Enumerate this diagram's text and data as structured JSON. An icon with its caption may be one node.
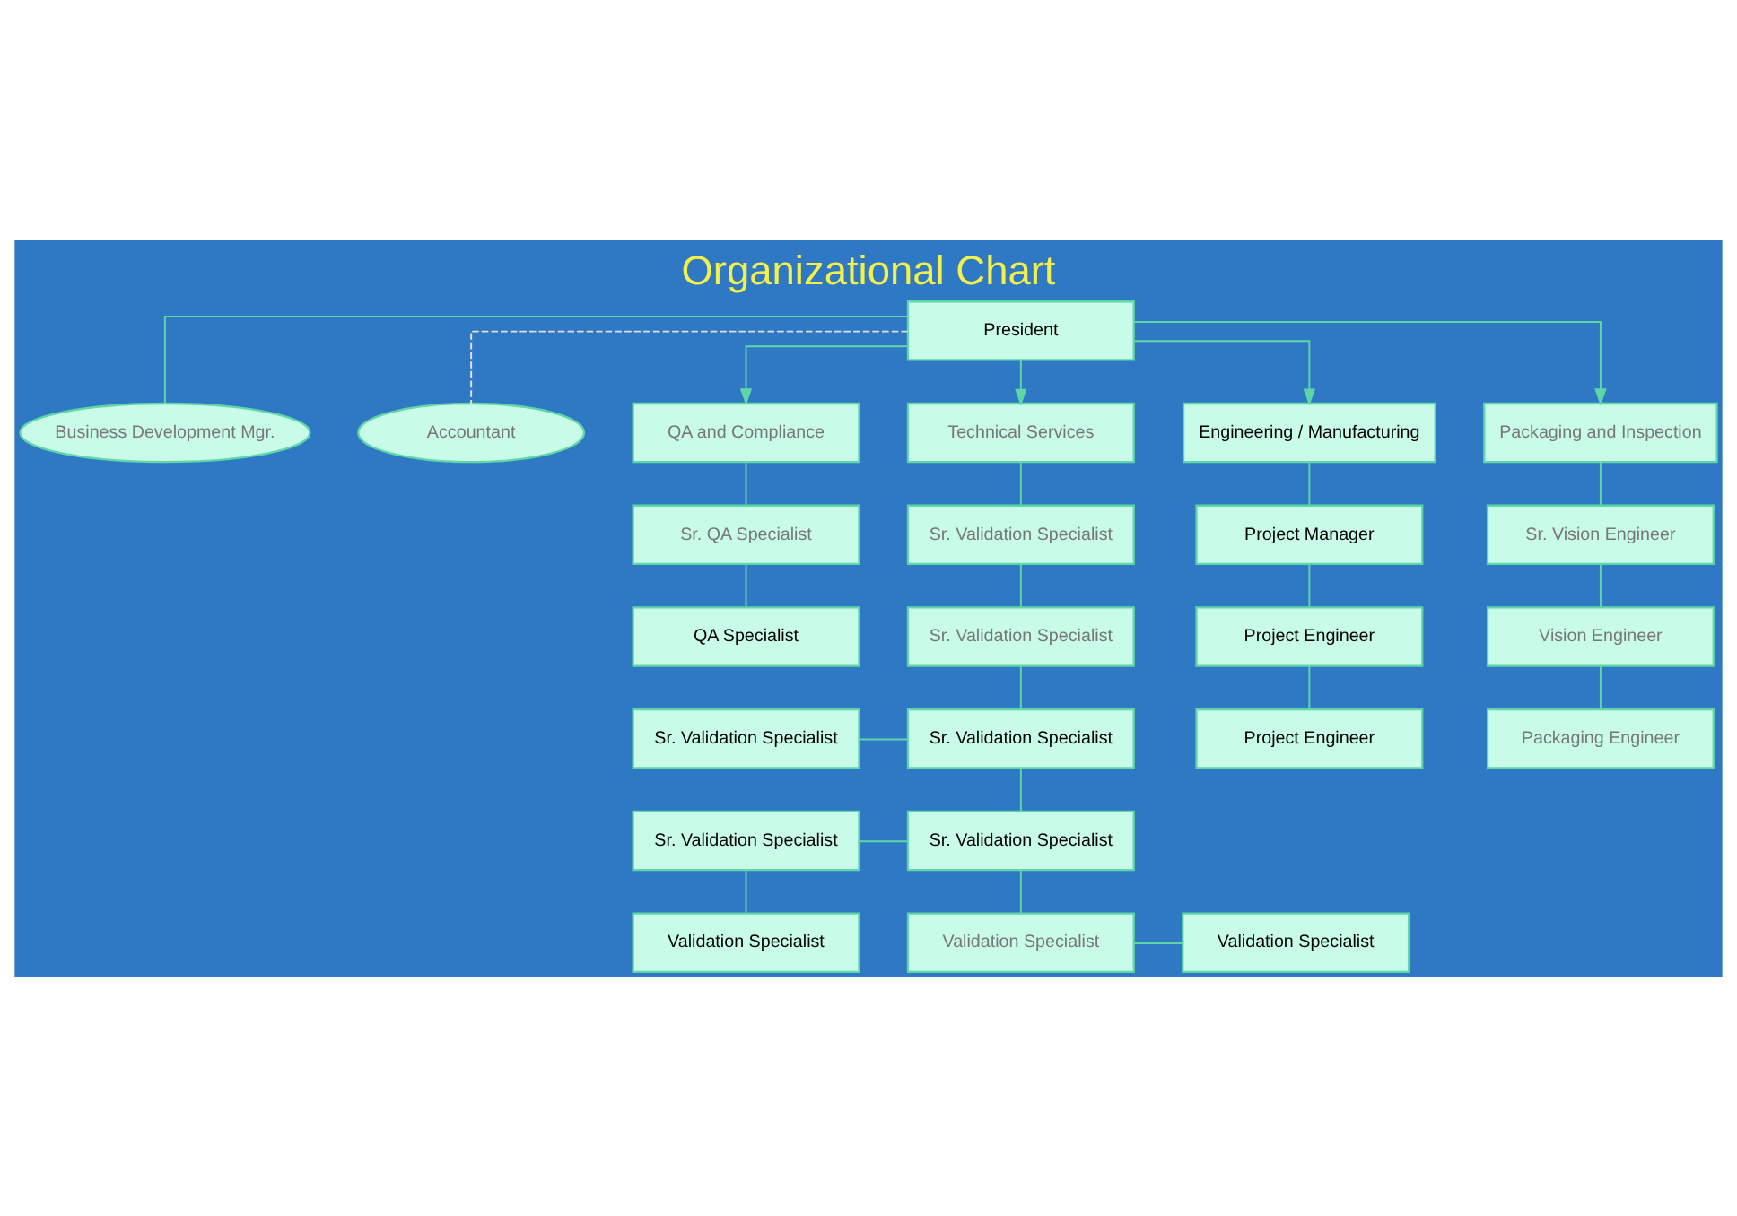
{
  "diagram": {
    "title": "Organizational Chart",
    "nodes": [
      {
        "text": [
          "President"
        ]
      },
      {
        "text": [
          "Business Development Mgr."
        ]
      },
      {
        "text": [
          "Accountant"
        ]
      },
      {
        "text": [
          "QA and Compliance"
        ]
      },
      {
        "text": [
          "Technical Services"
        ]
      },
      {
        "text": [
          "Engineering / Manufacturing"
        ]
      },
      {
        "text": [
          "Packaging and Inspection"
        ]
      },
      {
        "text": [
          "Sr. QA Specialist"
        ]
      },
      {
        "text": [
          "Sr. Validation Specialist"
        ]
      },
      {
        "text": [
          "Project Manager"
        ]
      },
      {
        "text": [
          "Sr. Vision Engineer"
        ]
      },
      {
        "text": [
          "QA Specialist"
        ]
      },
      {
        "text": [
          "Sr. Validation Specialist"
        ]
      },
      {
        "text": [
          "Project Engineer"
        ]
      },
      {
        "text": [
          "Vision Engineer"
        ]
      },
      {
        "text": [
          "Sr. Validation Specialist"
        ]
      },
      {
        "text": [
          "Sr. Validation Specialist"
        ]
      },
      {
        "text": [
          "Project Engineer"
        ]
      },
      {
        "text": [
          "Packaging Engineer"
        ]
      },
      {
        "text": [
          "Sr. Validation Specialist"
        ]
      },
      {
        "text": [
          "Sr. Validation Specialist"
        ]
      },
      {
        "text": [
          "Validation Specialist"
        ]
      },
      {
        "text": [
          "Validation Specialist"
        ]
      },
      {
        "text": [
          "Validation Specialist"
        ]
      }
    ],
    "edges": [
      {
        "from": 0,
        "to": 1,
        "arrow": "none"
      },
      {
        "from": 0,
        "to": 2,
        "arrow": "none",
        "style": "dashed",
        "color": "#e0e0e0"
      },
      {
        "from": 0,
        "to": 3,
        "arrow": "to"
      },
      {
        "from": 0,
        "to": 4,
        "arrow": "to"
      },
      {
        "from": 0,
        "to": 5,
        "arrow": "to"
      },
      {
        "from": 0,
        "to": 6,
        "arrow": "to"
      },
      {
        "from": 3,
        "to": 7,
        "arrow": "none"
      },
      {
        "from": 7,
        "to": 11,
        "arrow": "none"
      },
      {
        "from": 4,
        "to": 8,
        "arrow": "none"
      },
      {
        "from": 8,
        "to": 12,
        "arrow": "none"
      },
      {
        "from": 12,
        "to": 16,
        "arrow": "none"
      },
      {
        "from": 16,
        "to": 20,
        "arrow": "none"
      },
      {
        "from": 20,
        "to": 22,
        "arrow": "none"
      },
      {
        "from": 15,
        "to": 16,
        "arrow": "none"
      },
      {
        "from": 19,
        "to": 20,
        "arrow": "none"
      },
      {
        "from": 19,
        "to": 21,
        "arrow": "none"
      },
      {
        "from": 22,
        "to": 23,
        "arrow": "none"
      },
      {
        "from": 5,
        "to": 9,
        "arrow": "none"
      },
      {
        "from": 9,
        "to": 13,
        "arrow": "none"
      },
      {
        "from": 13,
        "to": 17,
        "arrow": "none"
      },
      {
        "from": 6,
        "to": 10,
        "arrow": "none"
      },
      {
        "from": 10,
        "to": 14,
        "arrow": "none"
      },
      {
        "from": 14,
        "to": 18,
        "arrow": "none"
      }
    ]
  }
}
